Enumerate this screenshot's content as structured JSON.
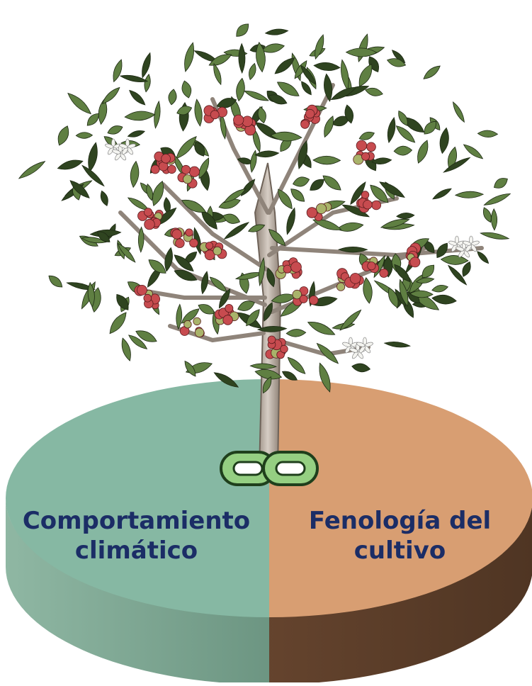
{
  "diagram": {
    "left": {
      "line1": "Comportamiento",
      "line2": "climático"
    },
    "right": {
      "line1": "Fenología del",
      "line2": "cultivo"
    }
  },
  "colors": {
    "left_top": "#86b8a3",
    "left_side": "#4f7b67",
    "right_top": "#d89e72",
    "right_side": "#6d4a33",
    "label_text": "#1b2d66",
    "link_fill": "#95cf82",
    "link_stroke": "#1f3f1c",
    "leaf": "#5f7f42",
    "leaf_dark": "#2f4420",
    "berry": "#c74b4f",
    "flower": "#f4f4f0",
    "trunk": "#b8aca0"
  },
  "icons": {
    "link": "chain-link-icon",
    "tree": "coffee-tree-illustration"
  }
}
